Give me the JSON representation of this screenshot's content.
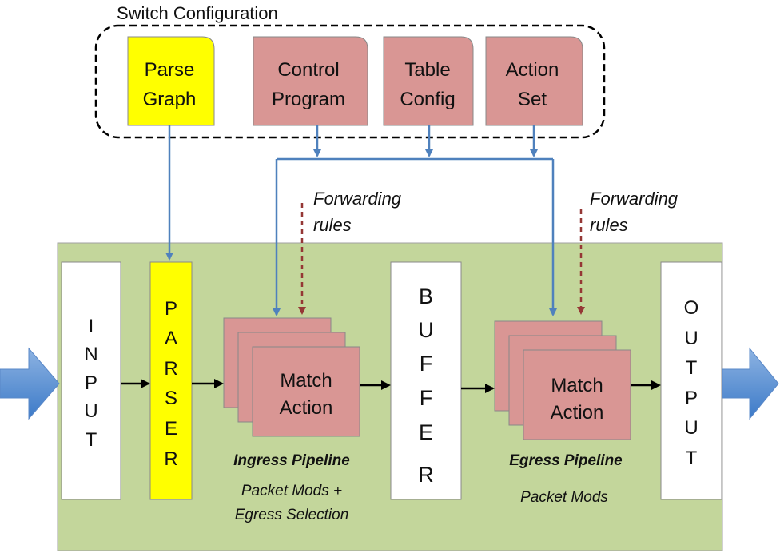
{
  "config": {
    "title": "Switch Configuration",
    "parse_graph": [
      "Parse",
      "Graph"
    ],
    "control_program": [
      "Control",
      "Program"
    ],
    "table_config": [
      "Table",
      "Config"
    ],
    "action_set": [
      "Action",
      "Set"
    ]
  },
  "forwarding_rules_1": [
    "Forwarding",
    "rules"
  ],
  "forwarding_rules_2": [
    "Forwarding",
    "rules"
  ],
  "input_letters": [
    "I",
    "N",
    "P",
    "U",
    "T"
  ],
  "parser_letters": [
    "P",
    "A",
    "R",
    "S",
    "E",
    "R"
  ],
  "buffer_letters": [
    "B",
    "U",
    "F",
    "F",
    "E",
    "R"
  ],
  "output_letters": [
    "O",
    "U",
    "T",
    "P",
    "U",
    "T"
  ],
  "ingress": {
    "match_action": [
      "Match",
      "Action"
    ],
    "label": "Ingress Pipeline",
    "desc": [
      "Packet Mods +",
      "Egress Selection"
    ]
  },
  "egress": {
    "match_action": [
      "Match",
      "Action"
    ],
    "label": "Egress Pipeline",
    "desc": [
      "Packet Mods"
    ]
  },
  "colors": {
    "pink": "#d99694",
    "yellow": "#ffff00",
    "green": "#c3d69b",
    "blue": "#4f81bd",
    "dark_red": "#953735"
  }
}
